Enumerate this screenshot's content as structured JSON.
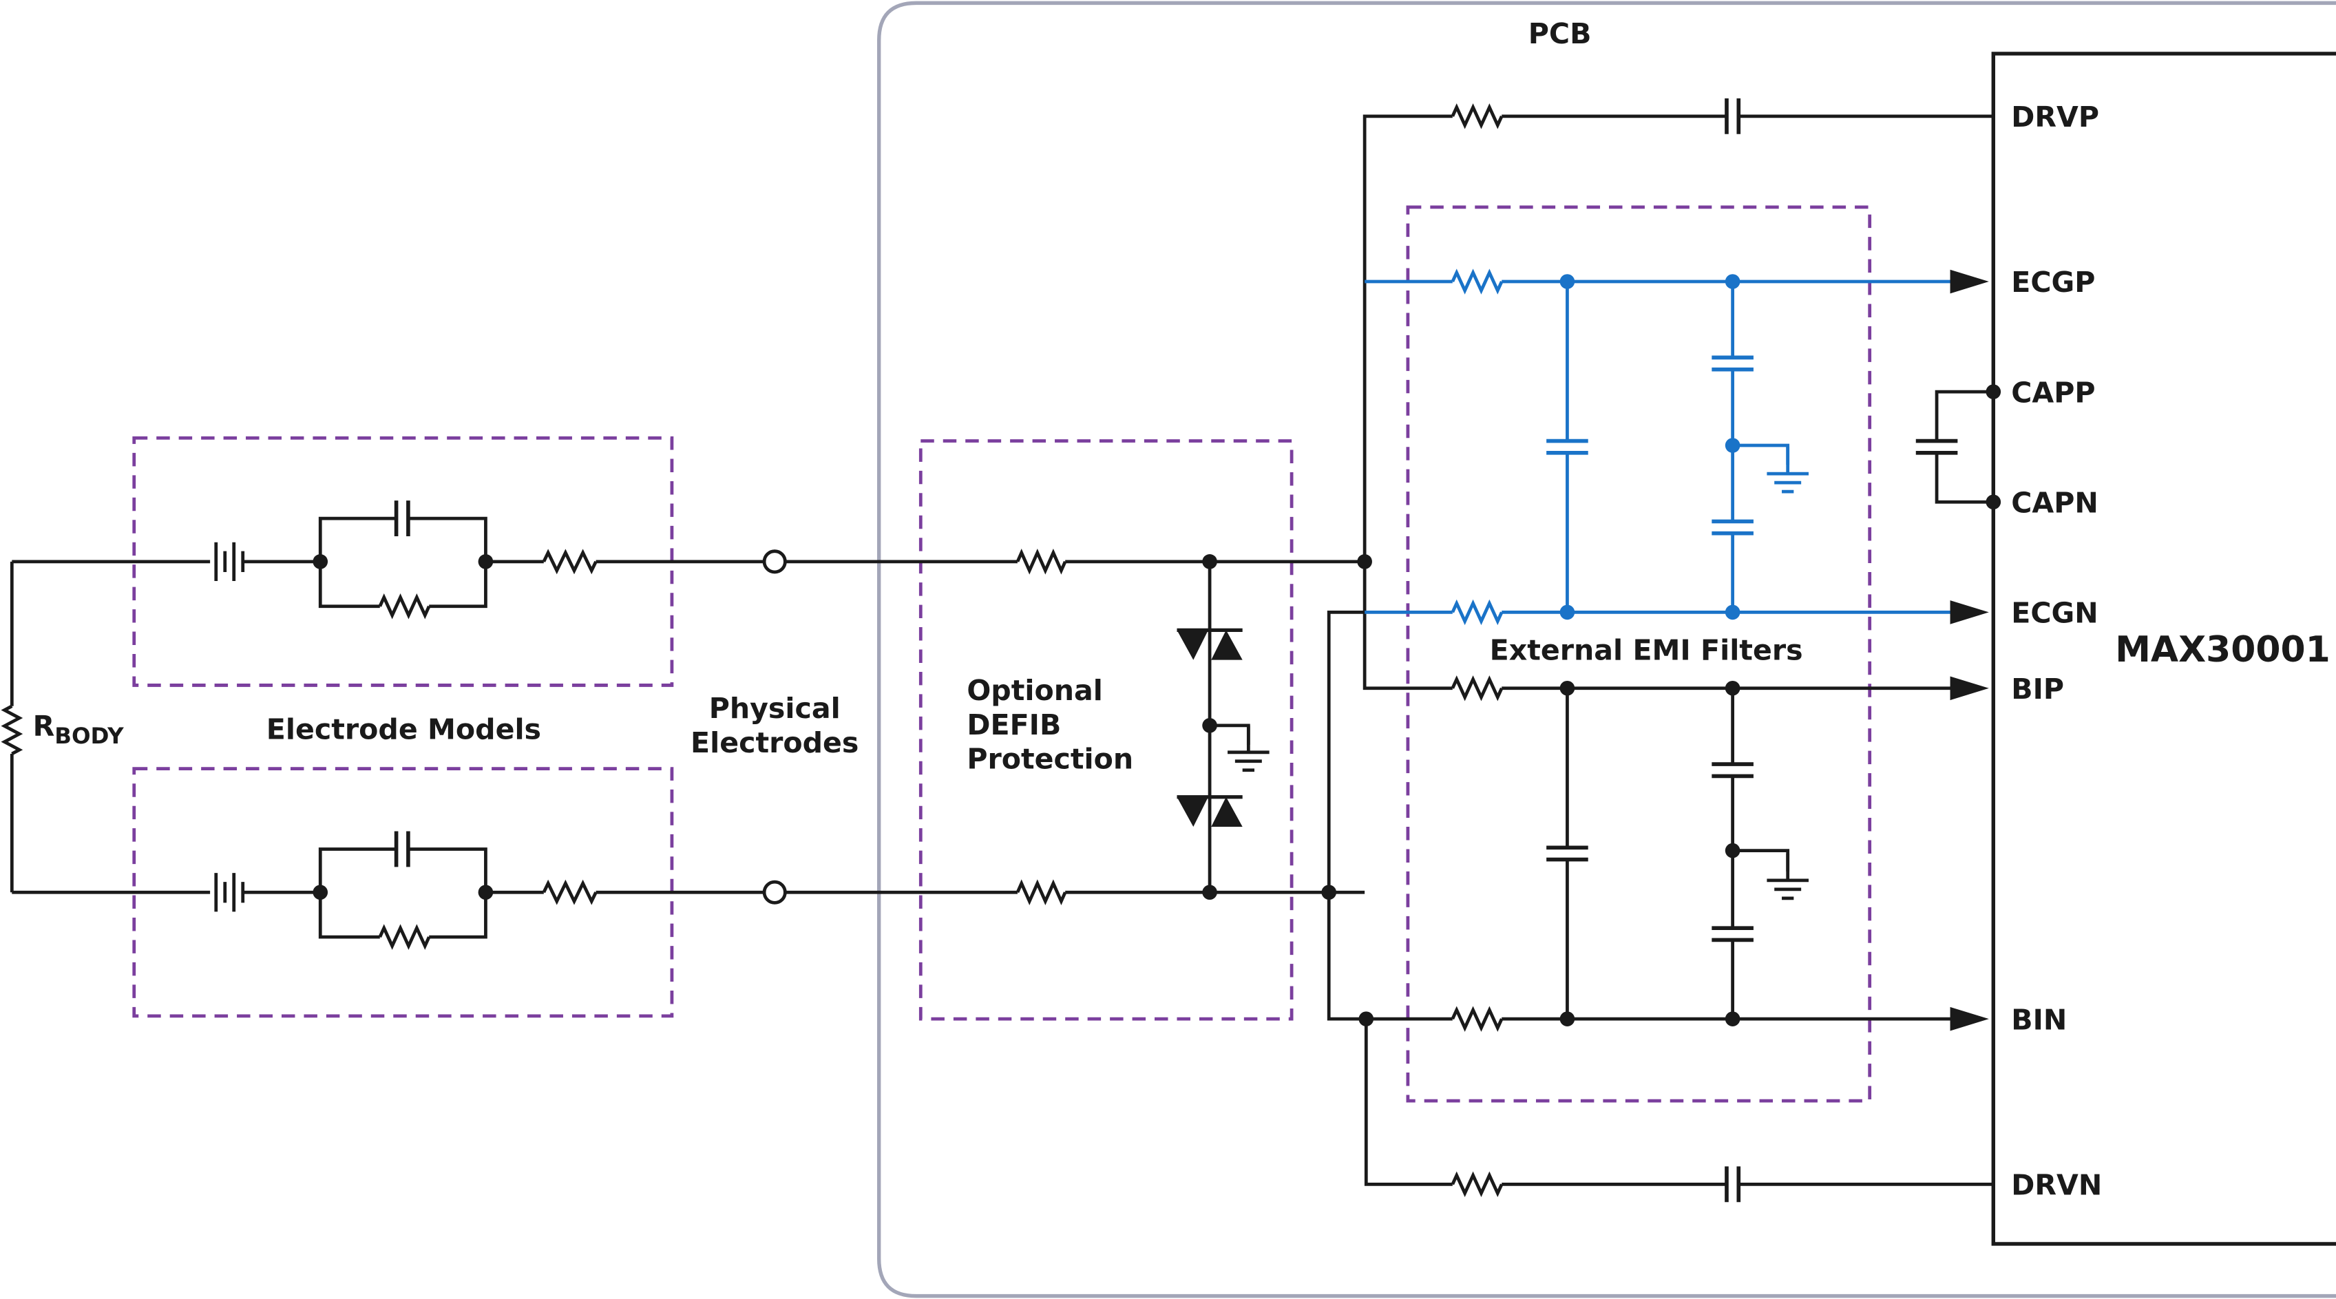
{
  "diagram": {
    "pcb_label": "PCB",
    "chip_label": "MAX30001",
    "pins": {
      "drvp": "DRVP",
      "ecgp": "ECGP",
      "capp": "CAPP",
      "capn": "CAPN",
      "ecgn": "ECGN",
      "bip": "BIP",
      "bin": "BIN",
      "drvn": "DRVN"
    },
    "rbody": {
      "main": "R",
      "sub": "BODY"
    },
    "electrode_models_label": "Electrode Models",
    "physical_electrodes_label": [
      "Physical",
      "Electrodes"
    ],
    "defib_label": [
      "Optional",
      "DEFIB",
      "Protection"
    ],
    "emi_label": "External EMI Filters",
    "colors": {
      "wire": "#1a1a1a",
      "emi_wire": "#1a73c8",
      "dashed_box": "#7b3f9e",
      "pcb_border": "#a3a6b8"
    }
  }
}
